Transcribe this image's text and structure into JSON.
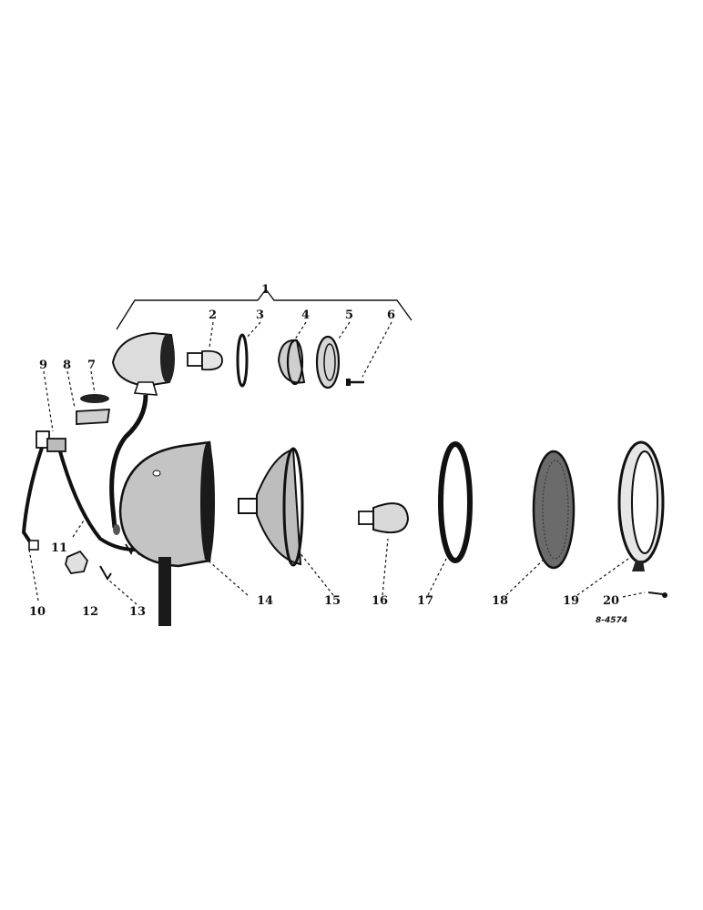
{
  "diagram": {
    "reference_code": "8-4574",
    "callouts": [
      "1",
      "2",
      "3",
      "4",
      "5",
      "6",
      "7",
      "8",
      "9",
      "10",
      "11",
      "12",
      "13",
      "14",
      "15",
      "16",
      "17",
      "18",
      "19",
      "20"
    ],
    "colors": {
      "ink": "#111111",
      "paper": "#ffffff",
      "shade": "#555555"
    }
  }
}
